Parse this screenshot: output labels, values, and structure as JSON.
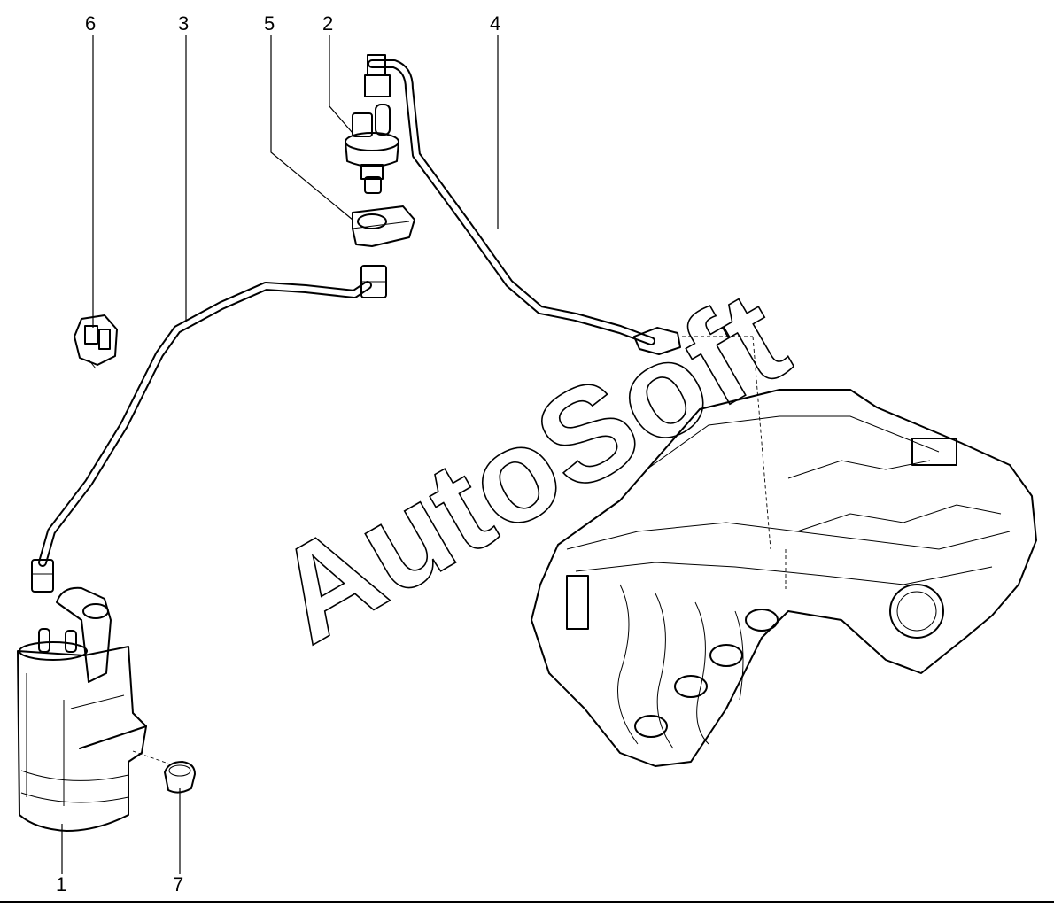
{
  "watermark": "AutoSoft",
  "corner_mark": "",
  "callouts": [
    {
      "id": "6",
      "label": "6"
    },
    {
      "id": "3",
      "label": "3"
    },
    {
      "id": "5",
      "label": "5"
    },
    {
      "id": "2",
      "label": "2"
    },
    {
      "id": "4",
      "label": "4"
    },
    {
      "id": "1",
      "label": "1"
    },
    {
      "id": "7",
      "label": "7"
    }
  ],
  "icons": [
    "canister-part",
    "valve-part",
    "bracket-part",
    "clip-part",
    "grommet-part",
    "hose-part",
    "intake-manifold"
  ]
}
